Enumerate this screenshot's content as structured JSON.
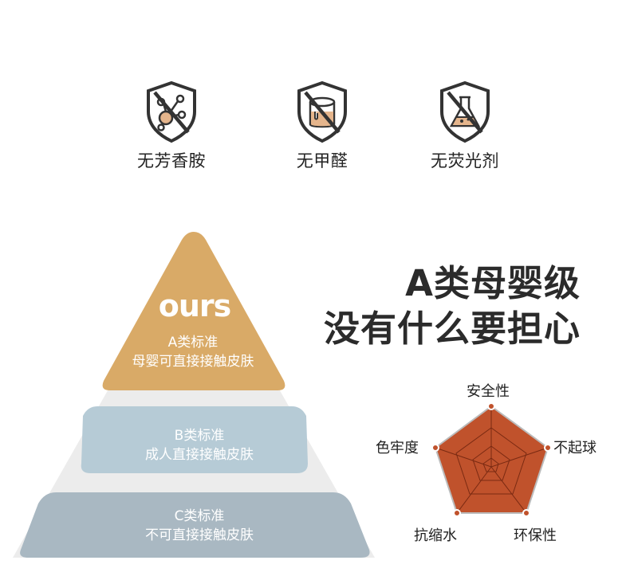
{
  "features": [
    {
      "icon": "no-aromatic-amine-icon",
      "label": "无芳香胺"
    },
    {
      "icon": "no-formaldehyde-icon",
      "label": "无甲醛"
    },
    {
      "icon": "no-fluorescent-agent-icon",
      "label": "无荧光剂"
    }
  ],
  "headline": {
    "line1": "A类母婴级",
    "line2": "没有什么要担心"
  },
  "pyramid": {
    "logo": "ours",
    "tiers": [
      {
        "line1": "A类标准",
        "line2": "母婴可直接接触皮肤",
        "color": "#d9aa67"
      },
      {
        "line1": "B类标准",
        "line2": "成人直接接触皮肤",
        "color": "#b6cbd6"
      },
      {
        "line1": "C类标准",
        "line2": "不可直接接触皮肤",
        "color": "#a9b8c2"
      }
    ]
  },
  "radar": {
    "fill_color": "#c0522c",
    "axes": [
      "安全性",
      "不起球",
      "环保性",
      "抗缩水",
      "色牢度"
    ]
  },
  "colors": {
    "headline": "#2b2b2b",
    "icon_stroke": "#333333",
    "icon_accent": "#e5b58c"
  }
}
